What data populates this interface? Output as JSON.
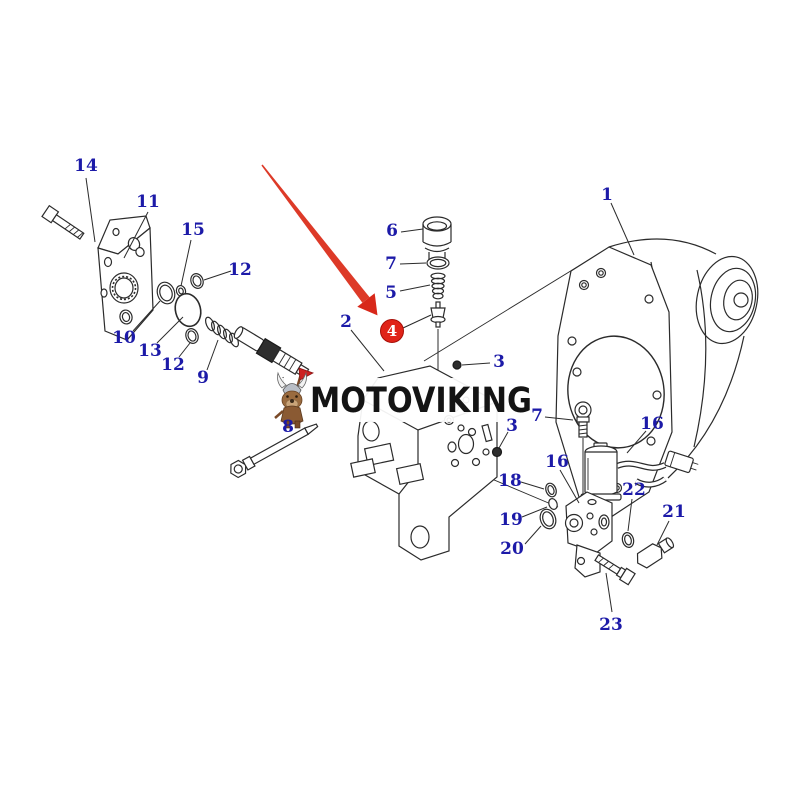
{
  "watermark": {
    "text": "MOTOVIKING"
  },
  "diagram": {
    "type": "exploded-parts-diagram",
    "label_color": "#1c1aa8",
    "highlight": {
      "label": "4",
      "color": "#e02318"
    },
    "callouts": [
      {
        "part": "bolt",
        "label": "14"
      },
      {
        "part": "plate",
        "label": "11"
      },
      {
        "part": "ring",
        "label": "15"
      },
      {
        "part": "o-ring",
        "label": "12"
      },
      {
        "part": "ring",
        "label": "10"
      },
      {
        "part": "o-ring",
        "label": "13"
      },
      {
        "part": "o-ring",
        "label": "12"
      },
      {
        "part": "spring",
        "label": "9"
      },
      {
        "part": "spool",
        "label": "8"
      },
      {
        "part": "valve-body",
        "label": "2"
      },
      {
        "part": "plug",
        "label": "6"
      },
      {
        "part": "o-ring",
        "label": "7"
      },
      {
        "part": "spring",
        "label": "5"
      },
      {
        "part": "valve",
        "label": "4",
        "highlighted": true
      },
      {
        "part": "nut",
        "label": "3"
      },
      {
        "part": "pump-housing",
        "label": "1"
      },
      {
        "part": "bolt",
        "label": "7"
      },
      {
        "part": "nut",
        "label": "3"
      },
      {
        "part": "solenoid",
        "label": "16"
      },
      {
        "part": "solenoid-valve",
        "label": "16"
      },
      {
        "part": "o-ring",
        "label": "18"
      },
      {
        "part": "o-ring",
        "label": "19"
      },
      {
        "part": "o-ring",
        "label": "20"
      },
      {
        "part": "o-ring",
        "label": "22"
      },
      {
        "part": "plug",
        "label": "21"
      },
      {
        "part": "bolt",
        "label": "23"
      }
    ]
  }
}
